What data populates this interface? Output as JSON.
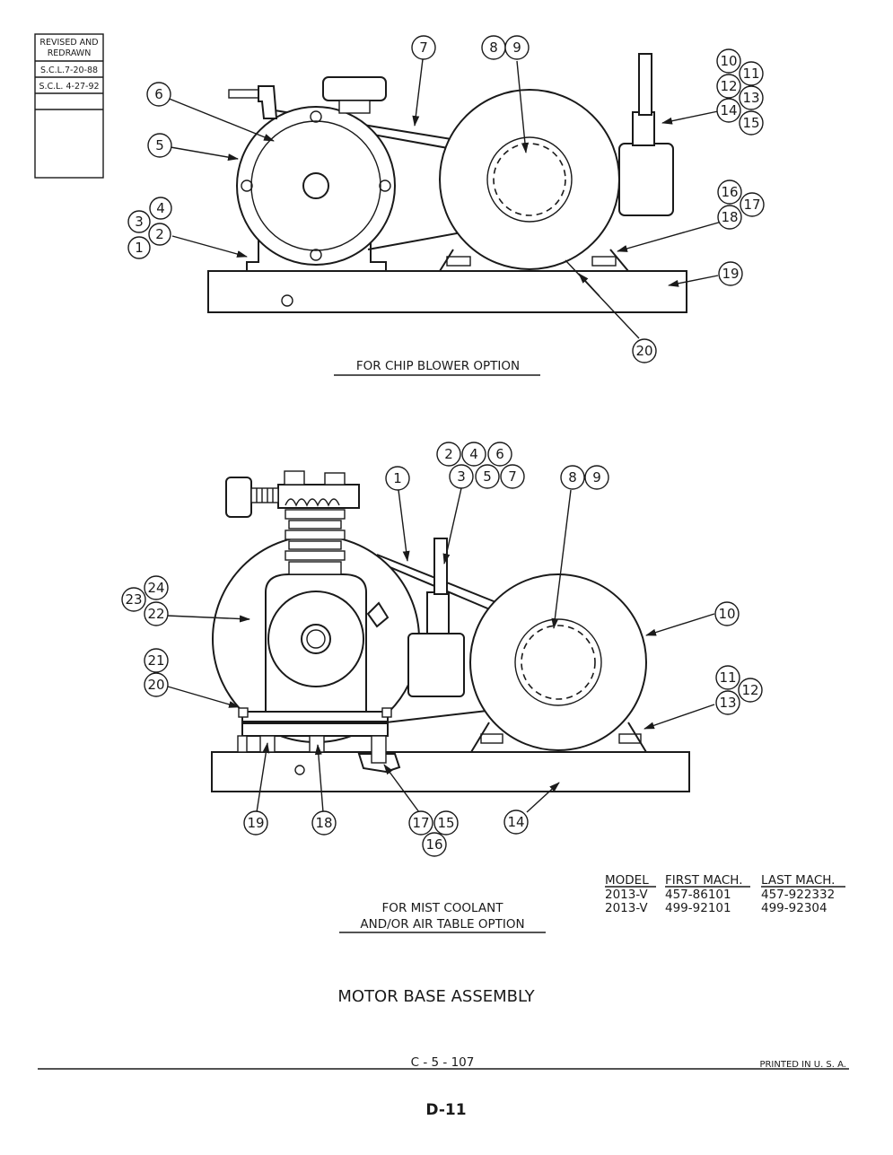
{
  "revision_block": {
    "line1": "REVISED AND",
    "line2": "REDRAWN",
    "entries": [
      "S.C.L.7-20-88",
      "S.C.L. 4-27-92"
    ]
  },
  "top_view": {
    "caption": "FOR CHIP BLOWER OPTION",
    "callouts": [
      "1",
      "2",
      "3",
      "4",
      "5",
      "6",
      "7",
      "8",
      "9",
      "10",
      "11",
      "12",
      "13",
      "14",
      "15",
      "16",
      "17",
      "18",
      "19",
      "20"
    ]
  },
  "bottom_view": {
    "caption_line1": "FOR MIST COOLANT",
    "caption_line2": "AND/OR AIR TABLE OPTION",
    "callouts": [
      "1",
      "2",
      "3",
      "4",
      "5",
      "6",
      "7",
      "8",
      "9",
      "10",
      "11",
      "12",
      "13",
      "14",
      "15",
      "16",
      "17",
      "18",
      "19",
      "20",
      "21",
      "22",
      "23",
      "24"
    ]
  },
  "model_table": {
    "headers": [
      "MODEL",
      "FIRST MACH.",
      "LAST MACH."
    ],
    "rows": [
      [
        "2013-V",
        "457-86101",
        "457-922332"
      ],
      [
        "2013-V",
        "499-92101",
        "499-92304"
      ]
    ]
  },
  "title": "MOTOR BASE ASSEMBLY",
  "footer": {
    "drawing_number": "C - 5 - 107",
    "printed": "PRINTED IN U. S. A.",
    "page_label": "D-11"
  }
}
